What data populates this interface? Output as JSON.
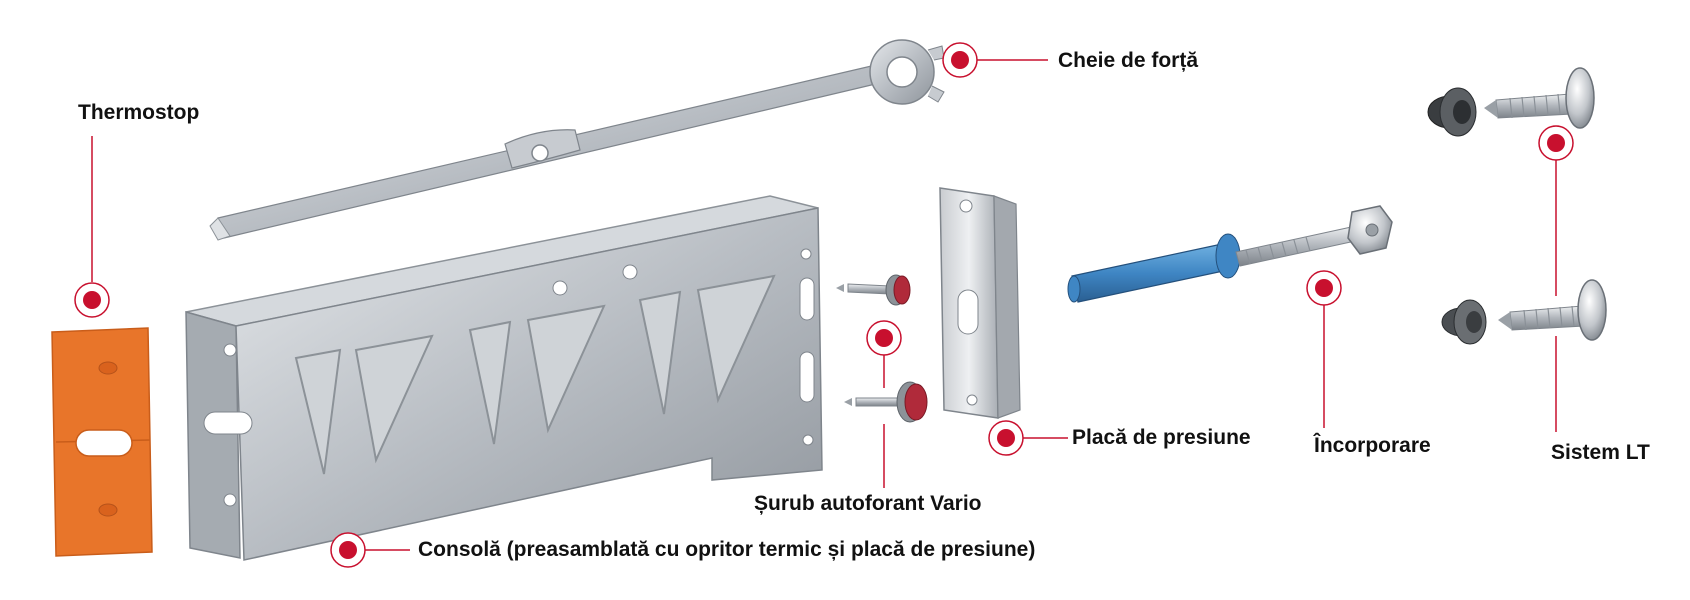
{
  "colors": {
    "accent": "#c8102e",
    "metal": "#b9bec4",
    "orange": "#e8752a",
    "blue": "#3f86c4"
  },
  "labels": {
    "thermostop": "Thermostop",
    "cheie": "Cheie de forță",
    "sistem_lt": "Sistem LT",
    "placa": "Placă de presiune",
    "incorporare": "Încorporare",
    "surub": "Șurub autoforant Vario",
    "consola": "Consolă (preasamblată cu opritor termic și placă de presiune)"
  }
}
